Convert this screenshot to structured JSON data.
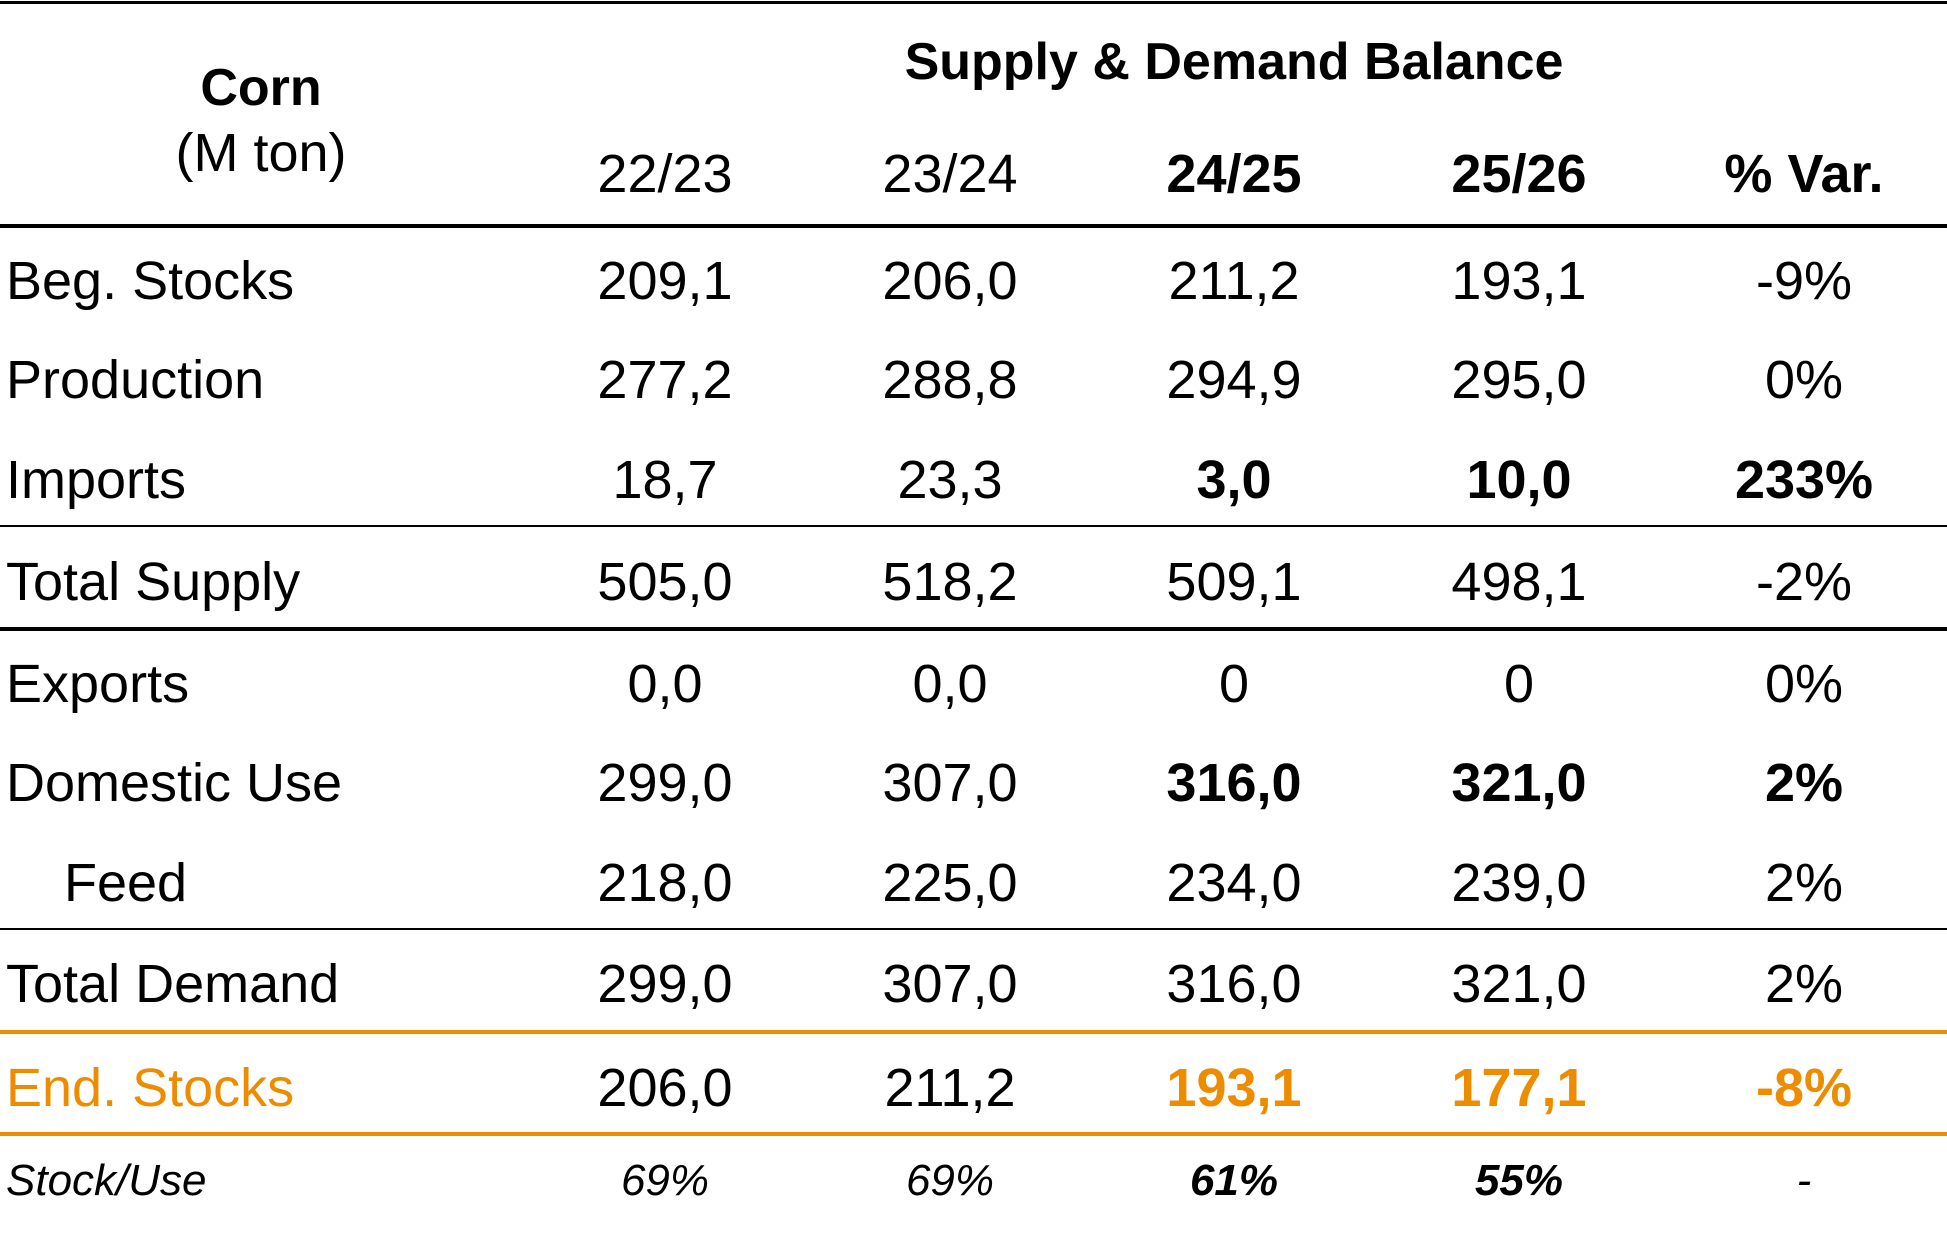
{
  "header": {
    "commodity": "Corn",
    "unit": "(M ton)",
    "title": "Supply & Demand Balance",
    "columns": [
      {
        "label": "22/23",
        "bold": false
      },
      {
        "label": "23/24",
        "bold": false
      },
      {
        "label": "24/25",
        "bold": true
      },
      {
        "label": "25/26",
        "bold": true
      },
      {
        "label": "% Var.",
        "bold": true
      }
    ]
  },
  "colors": {
    "accent": "#EE8C00",
    "text": "#000000"
  },
  "rows": [
    {
      "label": "Beg. Stocks",
      "values": [
        "209,1",
        "206,0",
        "211,2",
        "193,1",
        "-9%"
      ],
      "bold": [
        false,
        false,
        false,
        false,
        false
      ]
    },
    {
      "label": "Production",
      "values": [
        "277,2",
        "288,8",
        "294,9",
        "295,0",
        "0%"
      ],
      "bold": [
        false,
        false,
        false,
        false,
        false
      ]
    },
    {
      "label": "Imports",
      "values": [
        "18,7",
        "23,3",
        "3,0",
        "10,0",
        "233%"
      ],
      "bold": [
        false,
        false,
        true,
        true,
        true
      ]
    },
    {
      "label": "Total Supply",
      "values": [
        "505,0",
        "518,2",
        "509,1",
        "498,1",
        "-2%"
      ],
      "bold": [
        false,
        false,
        false,
        false,
        false
      ]
    },
    {
      "label": "Exports",
      "values": [
        "0,0",
        "0,0",
        "0",
        "0",
        "0%"
      ],
      "bold": [
        false,
        false,
        false,
        false,
        false
      ]
    },
    {
      "label": "Domestic Use",
      "values": [
        "299,0",
        "307,0",
        "316,0",
        "321,0",
        "2%"
      ],
      "bold": [
        false,
        false,
        true,
        true,
        true
      ]
    },
    {
      "label": "Feed",
      "values": [
        "218,0",
        "225,0",
        "234,0",
        "239,0",
        "2%"
      ],
      "bold": [
        false,
        false,
        false,
        false,
        false
      ],
      "indent": true
    },
    {
      "label": "Total Demand",
      "values": [
        "299,0",
        "307,0",
        "316,0",
        "321,0",
        "2%"
      ],
      "bold": [
        false,
        false,
        false,
        false,
        false
      ]
    },
    {
      "label": "End. Stocks",
      "values": [
        "206,0",
        "211,2",
        "193,1",
        "177,1",
        "-8%"
      ],
      "bold": [
        false,
        false,
        true,
        true,
        true
      ],
      "highlight": true
    },
    {
      "label": "Stock/Use",
      "values": [
        "69%",
        "69%",
        "61%",
        "55%",
        "-"
      ],
      "bold": [
        false,
        false,
        true,
        true,
        false
      ],
      "italic": true
    }
  ]
}
